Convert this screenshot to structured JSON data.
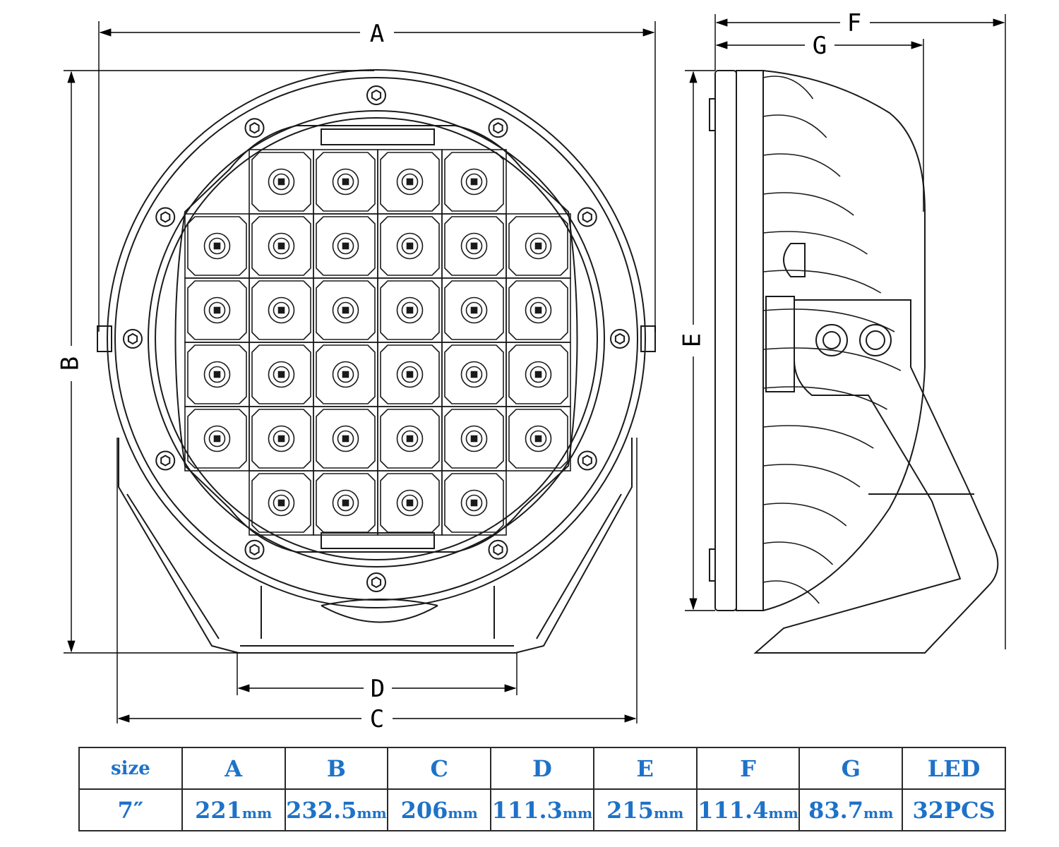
{
  "dimension_labels": {
    "A": "A",
    "B": "B",
    "C": "C",
    "D": "D",
    "E": "E",
    "F": "F",
    "G": "G"
  },
  "table": {
    "headers": [
      "size",
      "A",
      "B",
      "C",
      "D",
      "E",
      "F",
      "G",
      "LED"
    ],
    "row": {
      "size": "7″",
      "values": [
        {
          "num": "221",
          "unit": "mm"
        },
        {
          "num": "232.5",
          "unit": "mm"
        },
        {
          "num": "206",
          "unit": "mm"
        },
        {
          "num": "111.3",
          "unit": "mm"
        },
        {
          "num": "215",
          "unit": "mm"
        },
        {
          "num": "111.4",
          "unit": "mm"
        },
        {
          "num": "83.7",
          "unit": "mm"
        }
      ],
      "led": "32PCS"
    }
  },
  "colors": {
    "table_text": "#1e72c8",
    "lines": "#1a1a1a"
  }
}
